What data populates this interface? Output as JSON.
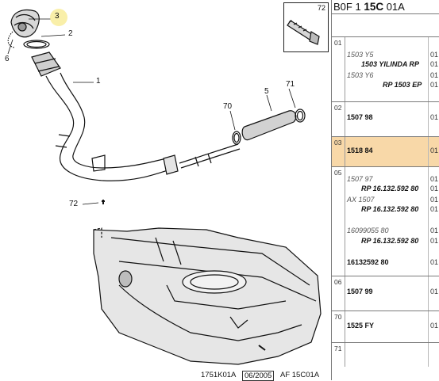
{
  "diagram": {
    "callouts": [
      "3",
      "2",
      "6",
      "1",
      "5",
      "71",
      "70",
      "72"
    ],
    "bolt_box_label": "72",
    "footer_left": "1751K01A",
    "footer_date": "06/2005",
    "footer_right": "AF 15C01A"
  },
  "parts_panel": {
    "header": {
      "code_prefix": "B0F 1",
      "code_bold": "15C",
      "code_suffix": "01A"
    },
    "rows": [
      {
        "num": "01",
        "lines": [
          {
            "text": "1503 Y5",
            "qty": "01"
          },
          {
            "text": "1503 YILINDA RP",
            "qty": "01"
          },
          {
            "text": "1503 Y6",
            "qty": "01"
          },
          {
            "text": "RP 1503 EP",
            "qty": "01"
          }
        ]
      },
      {
        "num": "02",
        "lines": [
          {
            "text": "1507 98",
            "qty": "01"
          }
        ]
      },
      {
        "num": "03",
        "lines": [
          {
            "text": "1518 84",
            "qty": "01"
          }
        ]
      },
      {
        "num": "05",
        "lines": [
          {
            "text": "1507 97",
            "qty": "01"
          },
          {
            "text": "RP 16.132.592 80",
            "qty": "01"
          },
          {
            "text": "AX 1507",
            "qty": "01"
          },
          {
            "text": "RP 16.132.592 80",
            "qty": "01"
          },
          {
            "text": "16099055 80",
            "qty": "01"
          },
          {
            "text": "RP 16.132.592 80",
            "qty": "01"
          },
          {
            "text": "16132592 80",
            "qty": "01"
          }
        ]
      },
      {
        "num": "06",
        "lines": [
          {
            "text": "1507 99",
            "qty": "01"
          }
        ]
      },
      {
        "num": "70",
        "lines": [
          {
            "text": "1525 FY",
            "qty": "01"
          }
        ]
      },
      {
        "num": "71",
        "lines": []
      }
    ]
  }
}
